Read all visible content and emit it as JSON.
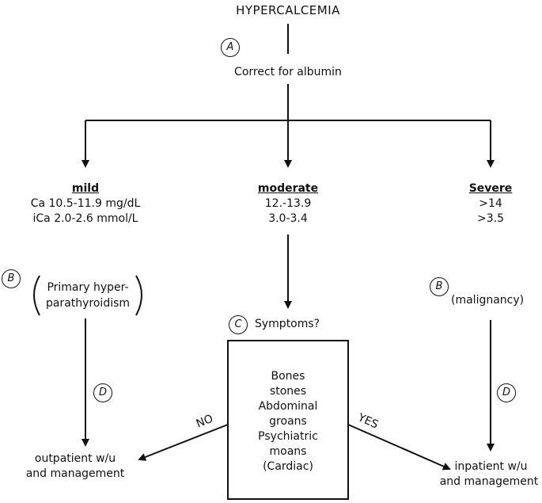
{
  "title": "HYPERCALCEMIA",
  "step_a": {
    "badge": "A",
    "label": "Correct for albumin"
  },
  "branches": {
    "mild": {
      "heading": "mild",
      "line1": "Ca 10.5-11.9 mg/dL",
      "line2": "iCa 2.0-2.6 mmol/L"
    },
    "moderate": {
      "heading": "moderate",
      "line1": "12.-13.9",
      "line2": "3.0-3.4"
    },
    "severe": {
      "heading": "Severe",
      "line1": ">14",
      "line2": ">3.5"
    }
  },
  "mild_cause": {
    "badge": "B",
    "line1": "Primary hyper-",
    "line2": "parathyroidism"
  },
  "severe_cause": {
    "badge": "B",
    "label": "(malignancy)"
  },
  "symptoms": {
    "badge": "C",
    "label": "Symptoms?",
    "box_lines": [
      "Bones",
      "stones",
      "Abdominal",
      "groans",
      "Psychiatric",
      "moans",
      "(Cardiac)"
    ]
  },
  "d_left": "D",
  "d_right": "D",
  "edge_no": "NO",
  "edge_yes": "YES",
  "outpatient": {
    "line1": "outpatient w/u",
    "line2": "and management"
  },
  "inpatient": {
    "line1": "inpatient w/u",
    "line2": "and management"
  }
}
